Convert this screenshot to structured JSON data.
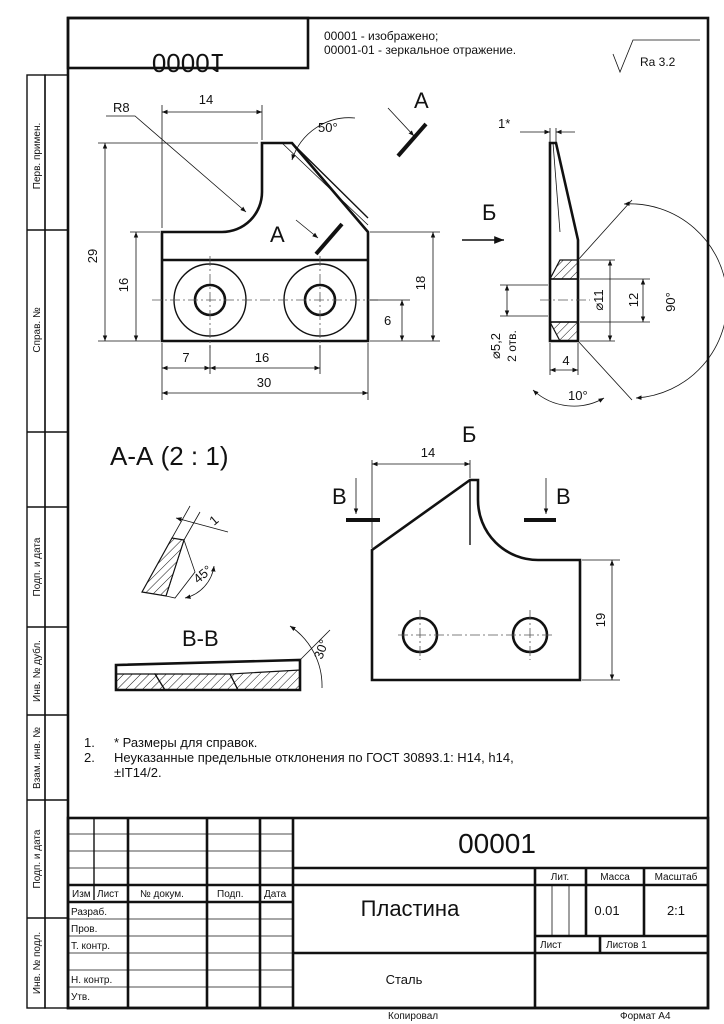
{
  "top_stamp": {
    "mirrored_code": "00001"
  },
  "header_notes": [
    "00001 - изображено;",
    "00001-01 - зеркальное отражение."
  ],
  "roughness": "Ra 3.2",
  "side_strip": {
    "perv_primen": "Перв. примен.",
    "sprav_no": "Справ. №",
    "podp_data_1": "Подп. и дата",
    "inv_dubl": "Инв. № дубл.",
    "vzam_inv": "Взам. инв. №",
    "podp_data_2": "Подп. и дата",
    "inv_podl": "Инв. № подл."
  },
  "main_view": {
    "dims": {
      "r8": "R8",
      "d14": "14",
      "a50": "50°",
      "d29": "29",
      "d16v": "16",
      "d18": "18",
      "d6": "6",
      "d7": "7",
      "d16h": "16",
      "d30": "30"
    },
    "section_mark_a": "А"
  },
  "side_view": {
    "arrow_b": "Б",
    "dims": {
      "d1": "1*",
      "d11": "⌀11",
      "d12": "12",
      "a90": "90°",
      "d52": "⌀5,2",
      "holes": "2 отв.",
      "d4": "4",
      "a10": "10°"
    }
  },
  "section_aa": {
    "title": "А-А (2 : 1)",
    "d1": "1",
    "a45": "45°"
  },
  "view_b": {
    "title": "Б",
    "d14": "14",
    "mark_v": "В",
    "d19": "19"
  },
  "section_vv": {
    "title": "В-В",
    "a30": "30°"
  },
  "notes": [
    {
      "num": "1.",
      "text": "* Размеры для справок."
    },
    {
      "num": "2.",
      "text": "Неуказанные предельные отклонения по ГОСТ 30893.1: H14, h14,"
    },
    {
      "num": "",
      "text": "±IT14/2."
    }
  ],
  "title_block": {
    "designation": "00001",
    "name": "Пластина",
    "material": "Сталь",
    "headers": {
      "izm": "Изм",
      "list": "Лист",
      "doc": "№ докум.",
      "podp": "Подп.",
      "data": "Дата"
    },
    "roles": [
      "Разраб.",
      "Пров.",
      "Т. контр.",
      "",
      "Н. контр.",
      "Утв."
    ],
    "lit_label": "Лит.",
    "mass_label": "Масса",
    "scale_label": "Масштаб",
    "mass": "0.01",
    "scale": "2:1",
    "sheet_label": "Лист",
    "sheets_label": "Листов 1"
  },
  "footer": {
    "copied": "Копировал",
    "format": "Формат А4"
  }
}
